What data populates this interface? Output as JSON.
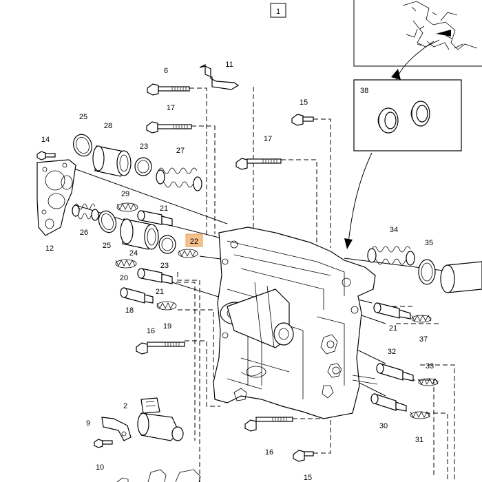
{
  "diagram": {
    "header_box_label": "1",
    "detail_box_label": "38",
    "highlight_label": "22",
    "labels": {
      "p2": "2",
      "p6": "6",
      "p9": "9",
      "p10": "10",
      "p11": "11",
      "p12": "12",
      "p14": "14",
      "p15a": "15",
      "p15b": "15",
      "p16a": "16",
      "p16b": "16",
      "p17a": "17",
      "p17b": "17",
      "p18": "18",
      "p19": "19",
      "p20": "20",
      "p21a": "21",
      "p21b": "21",
      "p21c": "21",
      "p23a": "23",
      "p23b": "23",
      "p24": "24",
      "p25a": "25",
      "p25b": "25",
      "p26": "26",
      "p27": "27",
      "p28": "28",
      "p29": "29",
      "p30": "30",
      "p31": "31",
      "p32": "32",
      "p33": "33",
      "p34": "34",
      "p35": "35",
      "p37": "37"
    }
  },
  "colors": {
    "highlight": "#f6c08a",
    "ink": "#000000",
    "background": "#ffffff"
  }
}
